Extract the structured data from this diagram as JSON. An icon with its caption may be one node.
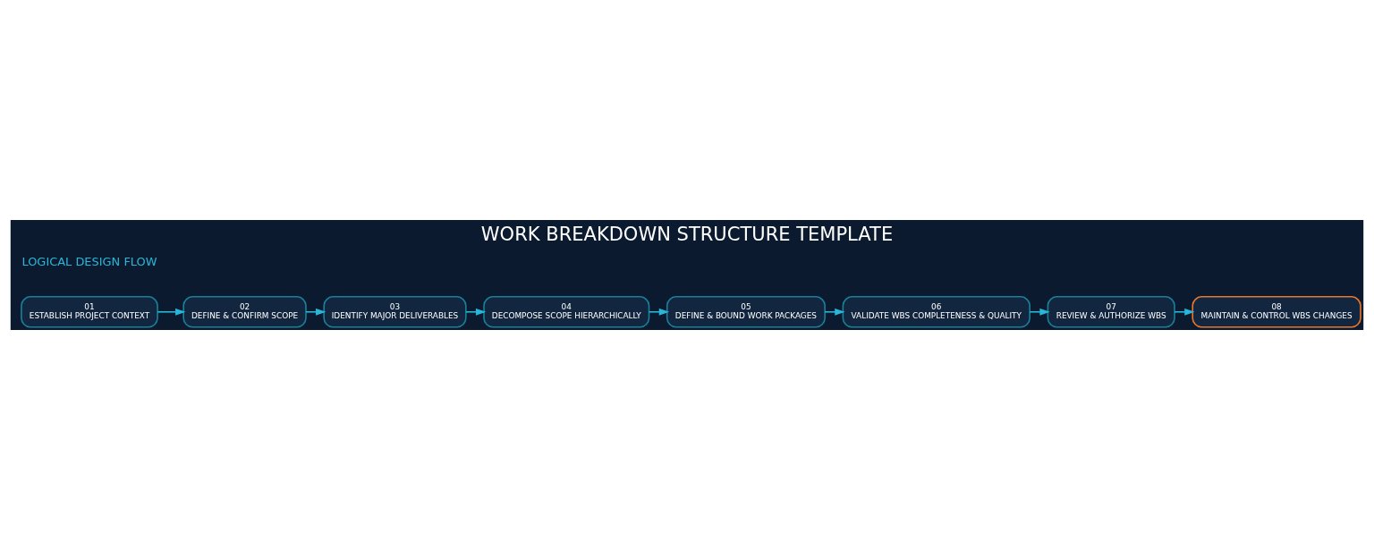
{
  "diagram": {
    "title": "WORK BREAKDOWN STRUCTURE TEMPLATE",
    "nodes": [
      {
        "text": [
          "01",
          "ESTABLISH PROJECT CONTEXT"
        ]
      },
      {
        "text": [
          "02",
          "DEFINE & CONFIRM SCOPE"
        ]
      },
      {
        "text": [
          "03",
          "IDENTIFY MAJOR DELIVERABLES"
        ]
      },
      {
        "text": [
          "04",
          "DECOMPOSE SCOPE HIERARCHICALLY"
        ]
      },
      {
        "text": [
          "05",
          "DEFINE & BOUND WORK PACKAGES"
        ]
      },
      {
        "text": [
          "06",
          "VALIDATE WBS COMPLETENESS & QUALITY"
        ]
      },
      {
        "text": [
          "07",
          "REVIEW & AUTHORIZE WBS"
        ]
      },
      {
        "text": [
          "08",
          "MAINTAIN & CONTROL WBS CHANGES"
        ]
      }
    ],
    "edges": [
      {
        "from": 0,
        "to": 1,
        "arrow": "to"
      },
      {
        "from": 1,
        "to": 2,
        "arrow": "to"
      },
      {
        "from": 2,
        "to": 3,
        "arrow": "to"
      },
      {
        "from": 3,
        "to": 4,
        "arrow": "to"
      },
      {
        "from": 4,
        "to": 5,
        "arrow": "to"
      },
      {
        "from": 5,
        "to": 6,
        "arrow": "to"
      },
      {
        "from": 6,
        "to": 7,
        "arrow": "to"
      }
    ],
    "labels": [
      "LOGICAL DESIGN FLOW"
    ]
  }
}
